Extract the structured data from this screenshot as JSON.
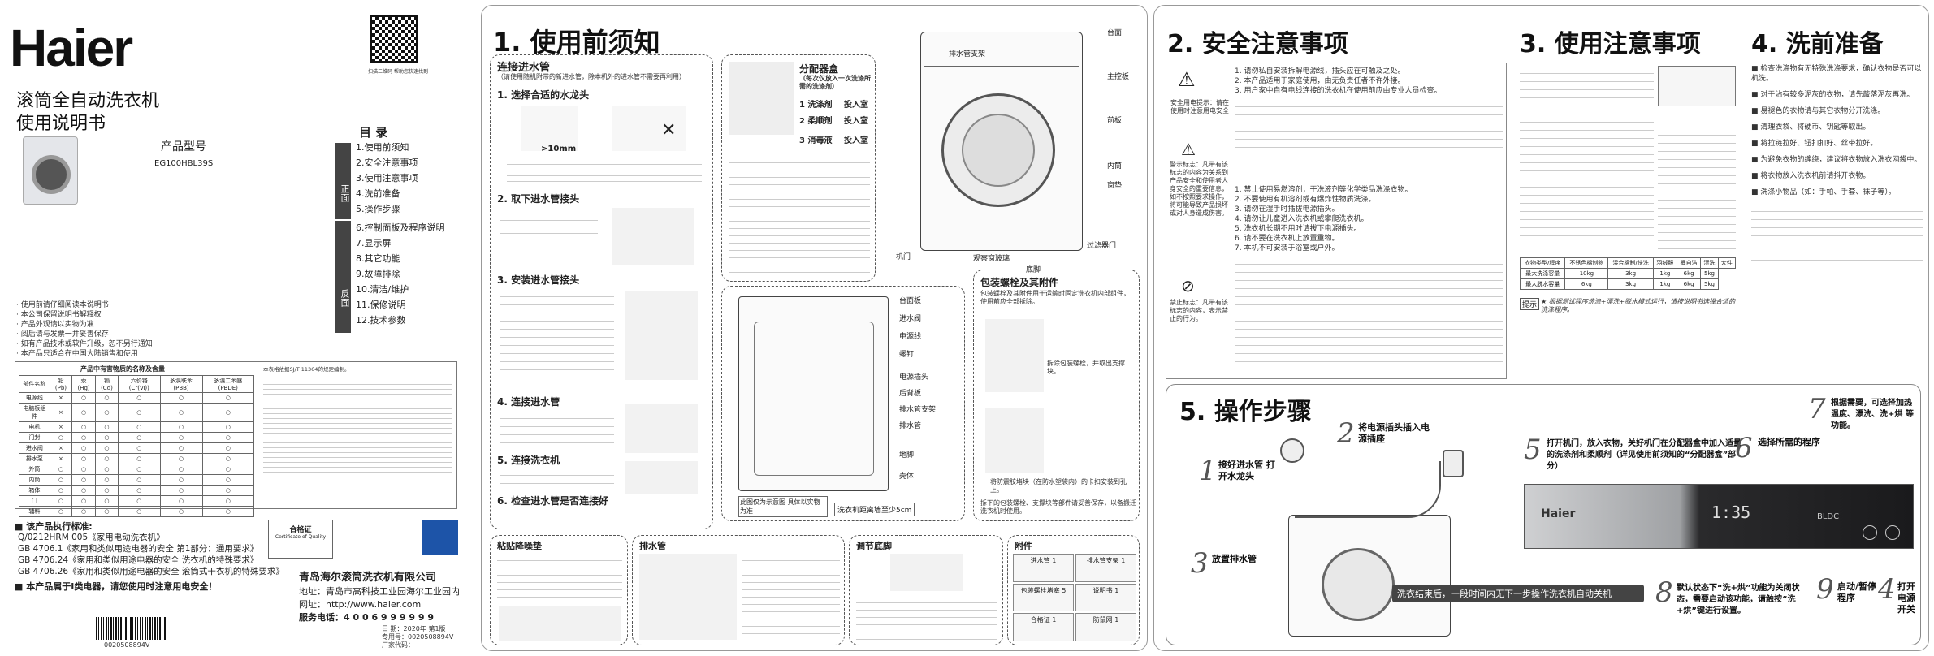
{
  "cover": {
    "brand": "Haier",
    "title_line1": "滚筒全自动洗衣机",
    "title_line2": "使用说明书",
    "model_label": "产品型号",
    "model_value": "EG100HBL39S",
    "qr_caption": "扫描二维码 帮助您快速找到",
    "toc_title": "目 录",
    "toc_front_tab": "正面",
    "toc_back_tab": "反面",
    "toc_items": [
      "1.使用前须知",
      "2.安全注意事项",
      "3.使用注意事项",
      "4.洗前准备",
      "5.操作步骤",
      "6.控制面板及程序说明",
      "7.显示屏",
      "8.其它功能",
      "9.故障排除",
      "10.清洁/维护",
      "11.保修说明",
      "12.技术参数"
    ],
    "notes": [
      "· 使用前请仔细阅读本说明书",
      "· 本公司保留说明书解释权",
      "· 产品外观请以实物为准",
      "· 阅后请与发票一并妥善保存",
      "· 如有产品技术或软件升级，恕不另行通知",
      "· 本产品只适合在中国大陆销售和使用"
    ],
    "hazard_table_title": "产品中有害物质的名称及含量",
    "hazard_headers": [
      "部件名称",
      "铅 (Pb)",
      "汞 (Hg)",
      "镉 (Cd)",
      "六价铬 (Cr(Ⅵ))",
      "多溴联苯 (PBB)",
      "多溴二苯醚 (PBDE)"
    ],
    "hazard_rows": [
      [
        "电源线",
        "×",
        "○",
        "○",
        "○",
        "○",
        "○"
      ],
      [
        "电脑板组件",
        "×",
        "○",
        "○",
        "○",
        "○",
        "○"
      ],
      [
        "电机",
        "×",
        "○",
        "○",
        "○",
        "○",
        "○"
      ],
      [
        "门封",
        "○",
        "○",
        "○",
        "○",
        "○",
        "○"
      ],
      [
        "进水阀",
        "×",
        "○",
        "○",
        "○",
        "○",
        "○"
      ],
      [
        "排水泵",
        "×",
        "○",
        "○",
        "○",
        "○",
        "○"
      ],
      [
        "外筒",
        "○",
        "○",
        "○",
        "○",
        "○",
        "○"
      ],
      [
        "内筒",
        "○",
        "○",
        "○",
        "○",
        "○",
        "○"
      ],
      [
        "箱体",
        "○",
        "○",
        "○",
        "○",
        "○",
        "○"
      ],
      [
        "门",
        "○",
        "○",
        "○",
        "○",
        "○",
        "○"
      ],
      [
        "辅料",
        "○",
        "○",
        "○",
        "○",
        "○",
        "○"
      ]
    ],
    "hazard_note": "本表格依据SJ/T 11364的规定编制。",
    "standard_title": "■ 该产品执行标准:",
    "standards": [
      "Q/0212HRM 005《家用电动洗衣机》",
      "GB 4706.1《家用和类似用途电器的安全 第1部分：通用要求》",
      "GB 4706.24《家用和类似用途电器的安全 洗衣机的特殊要求》",
      "GB 4706.26《家用和类似用途电器的安全 滚筒式干衣机的特殊要求》"
    ],
    "recycle": "■ 本产品属于Ⅰ类电器，请您使用时注意用电安全！",
    "cert_label": "合格证",
    "cert_sub": "Certificate of Quality",
    "company": "青岛海尔滚筒洗衣机有限公司",
    "address": "地址：青岛市高科技工业园海尔工业园内",
    "website": "网址：http://www.haier.com",
    "hotline": "服务电话：4 0 0 6 9 9 9 9 9 9",
    "date": "日 期：2020年 第1版",
    "print_no": "专用号：0020508894V",
    "factory_no": "厂家代码：",
    "barcode_no": "0020508894V"
  },
  "sec1": {
    "title": "1. 使用前须知",
    "inlet_title": "连接进水管",
    "inlet_note": "（请使用随机附带的新进水管，除本机外的进水管不需要再利用）",
    "s1": "1. 选择合适的水龙头",
    "s1_label": ">10mm",
    "s2": "2. 取下进水管接头",
    "s3": "3. 安装进水管接头",
    "s4": "4. 连接进水管",
    "s5": "5. 连接洗衣机",
    "s6": "6. 检查进水管是否连接好",
    "dispenser_title": "分配器盒",
    "dispenser_sub": "（每次仅放入一次洗涤所需的洗涤剂）",
    "disp_items": [
      "1 洗涤剂",
      "2 柔顺剂",
      "3 消毒液"
    ],
    "disp_act": [
      "投入室",
      "投入室",
      "投入室"
    ],
    "parts_top": [
      "台面",
      "主控板",
      "排水管支架",
      "前板",
      "内筒",
      "窗垫",
      "机门",
      "过滤器门",
      "观察窗玻璃",
      "底脚"
    ],
    "back_title_parts": [
      "台面板",
      "进水阀",
      "电源线",
      "螺钉",
      "电源插头",
      "后背板",
      "排水管支架",
      "排水管",
      "地脚",
      "壳体"
    ],
    "back_caption": "此图仅为示意图 具体以实物为准",
    "back_note": "洗衣机距离墙至少5cm",
    "bolt_title": "包装螺栓及其附件",
    "bolt_desc": "包装螺栓及其附件用于运输时固定洗衣机内部组件，使用前应全部拆除。",
    "bolt_step1": "拆除包装螺栓，并取出支撑块。",
    "bolt_step2": "将防震胶堵块（在防水塑袋内）的卡扣安装到孔上。",
    "bolt_foot": "拆下的包装螺栓、支撑块等部件请妥善保存，以备搬迁洗衣机时使用。",
    "sticker_title": "粘贴降噪垫",
    "drain_title": "排水管",
    "foot_title": "调节底脚",
    "acc_title": "附件",
    "acc_items": [
      "进水管 1",
      "排水管支架 1",
      "包装螺栓堵塞 5",
      "说明书 1",
      "合格证 1",
      "防鼠网 1"
    ]
  },
  "sec2": {
    "title": "2. 安全注意事项",
    "warn_icon": "警告",
    "warn_notice": "安全用电提示：请在使用时注意用电安全",
    "warn_label": "警示标志：凡带有该标志的内容为关系到产品安全和使用者人身安全的重要信息，如不按照要求操作，将可能导致产品损坏或对人身造成伤害。",
    "ban_label": "禁止标志：凡带有该标志的内容，表示禁止的行为。",
    "list_a": [
      "1. 请勿私自安装拆解电源线，插头应在可触及之处。",
      "2. 本产品适用于家庭使用，由无负责任者不许外接。",
      "3. 用户家中自有电线连接的洗衣机在使用前应由专业人员检查。"
    ],
    "list_b": [
      "1. 禁止使用易燃溶剂，干洗液剂等化学类品洗涤衣物。",
      "2. 不要使用有机溶剂或有爆炸性物质洗涤。",
      "3. 请勿在湿手时插拔电源插头。",
      "4. 请勿让儿童进入洗衣机或攀爬洗衣机。",
      "5. 洗衣机长期不用时请拔下电源插头。",
      "6. 请不要在洗衣机上放置重物。",
      "7. 本机不可安装于浴室或户外。"
    ]
  },
  "sec3": {
    "title": "3. 使用注意事项",
    "tip_label": "提示",
    "table_headers": [
      "衣物类型/程序",
      "不锈色棉制物",
      "混合棉制/快洗",
      "羽绒服",
      "桶自洁",
      "漂洗",
      "大件"
    ],
    "table_rows": [
      [
        "最大洗涤容量",
        "10kg",
        "3kg",
        "1kg",
        "6kg",
        "5kg"
      ],
      [
        "最大脱水容量",
        "6kg",
        "3kg",
        "1kg",
        "6kg",
        "5kg"
      ]
    ],
    "tip_note": "★ 根据测试程序洗涤+漂洗+脱水模式运行，请按说明书选择合适的洗涤程序。"
  },
  "sec4": {
    "title": "4. 洗前准备",
    "items": [
      "■ 检查洗涤物有无特殊洗涤要求，确认衣物是否可以机洗。",
      "■ 对于沾有较多泥灰的衣物，请先敲落泥灰再洗。",
      "■ 易褪色的衣物请与其它衣物分开洗涤。",
      "■ 清理衣袋、将硬币、钥匙等取出。",
      "■ 将拉链拉好、钮扣扣好、丝带拉好。",
      "■ 为避免衣物的缠绕，建议将衣物放入洗衣网袋中。",
      "■ 将衣物放入洗衣机前请抖开衣物。",
      "■ 洗涤小物品（如：手帕、手套、袜子等）。"
    ]
  },
  "sec5": {
    "title": "5. 操作步骤",
    "steps": [
      {
        "n": "1",
        "t": "接好进水管 打开水龙头"
      },
      {
        "n": "2",
        "t": "将电源插头插入电源插座"
      },
      {
        "n": "3",
        "t": "放置排水管"
      },
      {
        "n": "4",
        "t": "打开电源开关"
      },
      {
        "n": "5",
        "t": "打开机门，放入衣物，关好机门在分配器盒中加入适量的洗涤剂和柔顺剂（详见使用前须知的“分配器盒”部分）"
      },
      {
        "n": "6",
        "t": "选择所需的程序"
      },
      {
        "n": "7",
        "t": "根据需要，可选择加热温度、漂洗、洗+烘 等功能。"
      },
      {
        "n": "8",
        "t": "默认状态下“洗+烘”功能为关闭状态，需要启动该功能，请触按“洗+烘”键进行设置。"
      },
      {
        "n": "9",
        "t": "启动/暂停程序"
      }
    ],
    "finish": "洗衣结束后，一段时间内无下一步操作洗衣机自动关机",
    "panel_brand": "Haier",
    "panel_display": "1:35",
    "panel_right": "BLDC"
  }
}
